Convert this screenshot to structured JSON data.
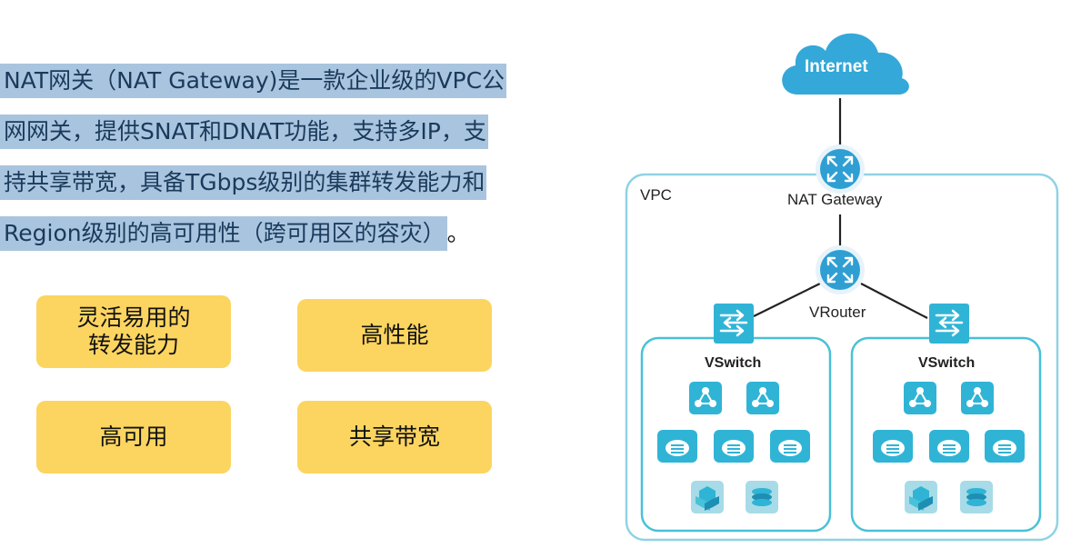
{
  "intro": {
    "lines": [
      "NAT网关（NAT Gateway)是一款企业级的VPC公",
      "网网关，提供SNAT和DNAT功能，支持多IP，支",
      "持共享带宽，具备TGbps级别的集群转发能力和",
      "Region级别的高可用性（跨可用区的容灾）"
    ],
    "tail": "。"
  },
  "features": {
    "flexible": "灵活易用的\n转发能力",
    "performance": "高性能",
    "availability": "高可用",
    "bandwidth": "共享带宽"
  },
  "diagram": {
    "internet": "Internet",
    "vpc": "VPC",
    "nat_gateway": "NAT Gateway",
    "vrouter": "VRouter",
    "vswitch_left": "VSwitch",
    "vswitch_right": "VSwitch",
    "colors": {
      "accent": "#2fb4d6",
      "cloud": "#34a8d8",
      "router": "#2f9fd3",
      "box_border": "#49c1d8",
      "vpc_border": "#8fd3e4",
      "feature": "#fcd560",
      "highlight": "#a9c4de"
    }
  }
}
